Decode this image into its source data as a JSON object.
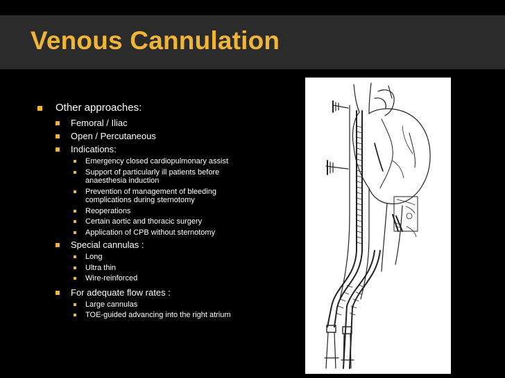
{
  "slide": {
    "title": "Venous Cannulation",
    "accent_color": "#f0b437",
    "background_color": "#000000",
    "title_band_color": "#2b2b2b"
  },
  "body": {
    "other_approaches": "Other approaches:",
    "femoral": "Femoral / Iliac",
    "open": "Open / Percutaneous",
    "indications": "Indications:",
    "indication_items": [
      "Emergency closed cardiopulmonary assist",
      "Support of particularly ill patients before anaesthesia induction",
      "Prevention of management of bleeding complications during sternotomy",
      "Reoperations",
      "Certain aortic and thoracic surgery",
      "Application of CPB without sternotomy"
    ],
    "special_cannulas": "Special cannulas :",
    "special_items": [
      "Long",
      "Ultra thin",
      "Wire-reinforced"
    ],
    "flow_rates": "For adequate flow rates :",
    "flow_items": [
      "Large cannulas",
      "TOE-guided advancing  into the right atrium"
    ]
  },
  "figure": {
    "icon": "heart-femoral-venous-cannula-illustration"
  }
}
